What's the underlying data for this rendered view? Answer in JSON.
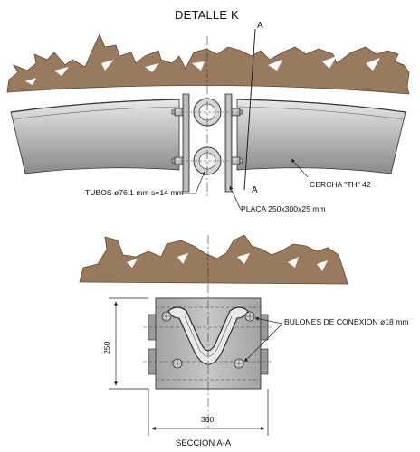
{
  "detail": {
    "title": "DETALLE K",
    "section_mark_top": "A",
    "section_mark_bottom": "A",
    "label_tubos": "TUBOS ø76.1 mm  s=14 mm",
    "label_placa": "PLACA 250x300x25 mm",
    "label_cercha": "CERCHA \"TH\" 42"
  },
  "section": {
    "title": "SECCION  A-A",
    "label_bulones": "BULONES DE CONEXION ø18 mm",
    "dim_height": "250",
    "dim_width": "300"
  },
  "colors": {
    "rock": "#9a7a5e",
    "rock_edge": "#5f4632",
    "steel_light": "#e4e4e4",
    "steel_mid": "#a9a9a9",
    "steel_dark": "#6f6f6f",
    "plate": "#b4b4b4",
    "line": "#222222"
  }
}
